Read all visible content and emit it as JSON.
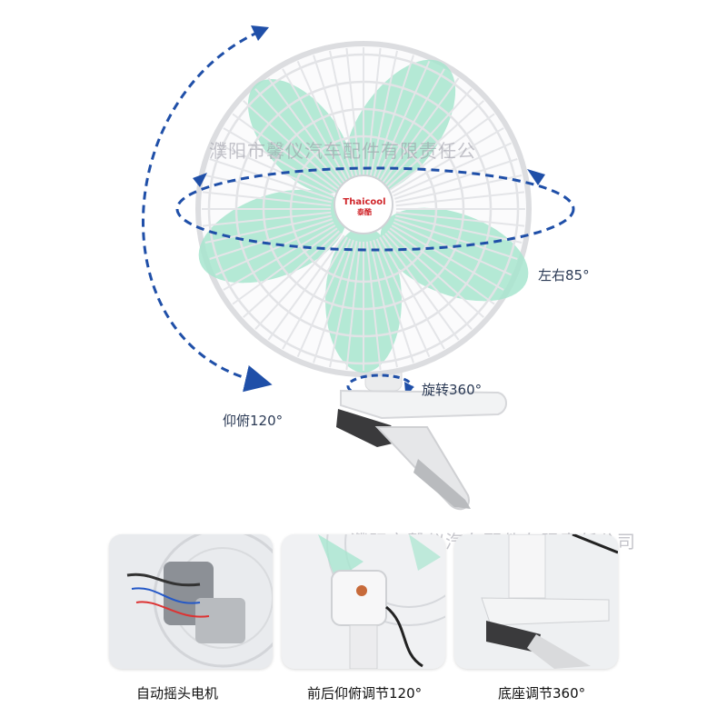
{
  "brand": {
    "name": "Thaicool",
    "sub": "泰酷"
  },
  "labels": {
    "left_right": "左右85°",
    "rotate": "旋转360°",
    "tilt": "仰俯120°"
  },
  "watermark": {
    "line1": "濮阳市馨仪汽车配件有限责任公",
    "line2": "濮阳市馨仪汽车配件有限责任公司"
  },
  "panels": [
    {
      "caption": "自动摇头电机"
    },
    {
      "caption": "前后仰俯调节120°"
    },
    {
      "caption": "底座调节360°"
    }
  ],
  "colors": {
    "arrow": "#1f4fa8",
    "blade": "#a8e6cf",
    "guard": "#f4f5f6"
  }
}
